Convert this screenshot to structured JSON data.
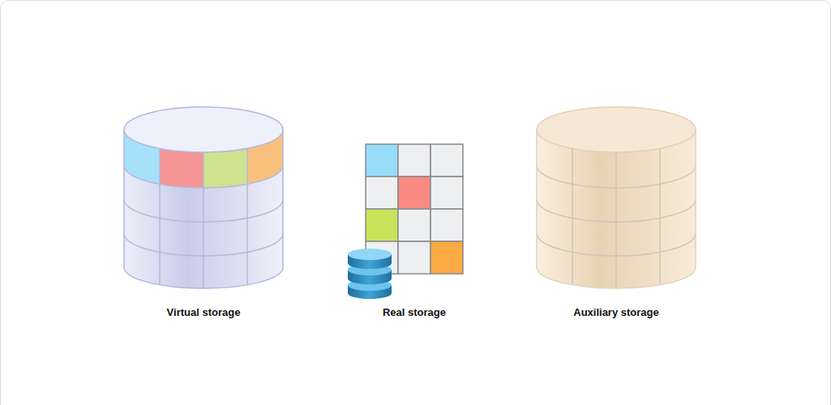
{
  "diagram": {
    "labels": [
      "Virtual storage",
      "Real storage",
      "Auxiliary storage"
    ]
  }
}
